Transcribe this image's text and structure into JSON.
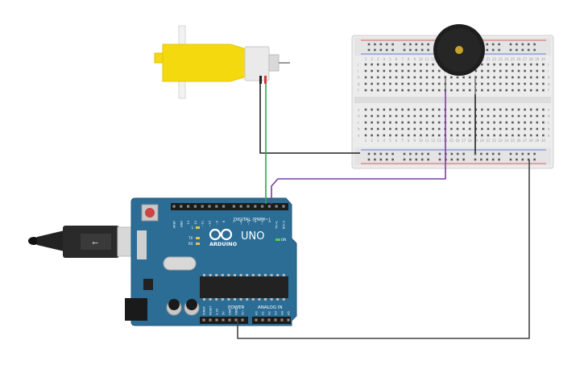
{
  "arduino": {
    "brand": "ARDUINO",
    "model": "UNO",
    "digital_label": "DIGITAL (PWM~)",
    "power_label": "POWER",
    "analog_label": "ANALOG IN",
    "on_label": "ON",
    "l_label": "L",
    "tx_label": "TX",
    "rx_label": "RX",
    "digital_pins": [
      "AREF",
      "GND",
      "13",
      "12",
      "~11",
      "~10",
      "~9",
      "8",
      "7",
      "~6",
      "~5",
      "4",
      "~3",
      "2",
      "TX→1",
      "RX←0"
    ],
    "power_pins": [
      "IOREF",
      "RESET",
      "3.3V",
      "5V",
      "GND",
      "GND",
      "Vin"
    ],
    "analog_pins": [
      "A0",
      "A1",
      "A2",
      "A3",
      "A4",
      "A5"
    ]
  },
  "breadboard": {
    "row_letters_top": [
      "j",
      "i",
      "h",
      "g",
      "f"
    ],
    "row_letters_bottom": [
      "e",
      "d",
      "c",
      "b",
      "a"
    ],
    "column_numbers": [
      "1",
      "2",
      "3",
      "4",
      "5",
      "6",
      "7",
      "8",
      "9",
      "10",
      "11",
      "12",
      "13",
      "14",
      "15",
      "16",
      "17",
      "18",
      "19",
      "20",
      "21",
      "22",
      "23",
      "24",
      "25",
      "26",
      "27",
      "28",
      "29",
      "30"
    ]
  },
  "colors": {
    "arduino_board": "#2c6d96",
    "motor_body": "#f5d90f",
    "wire_green": "#2aa84a",
    "wire_purple": "#7b3fa0",
    "wire_black": "#222222",
    "breadboard": "#e8e8e8",
    "rail_red": "#d23b3b",
    "rail_blue": "#3b5fd2"
  }
}
